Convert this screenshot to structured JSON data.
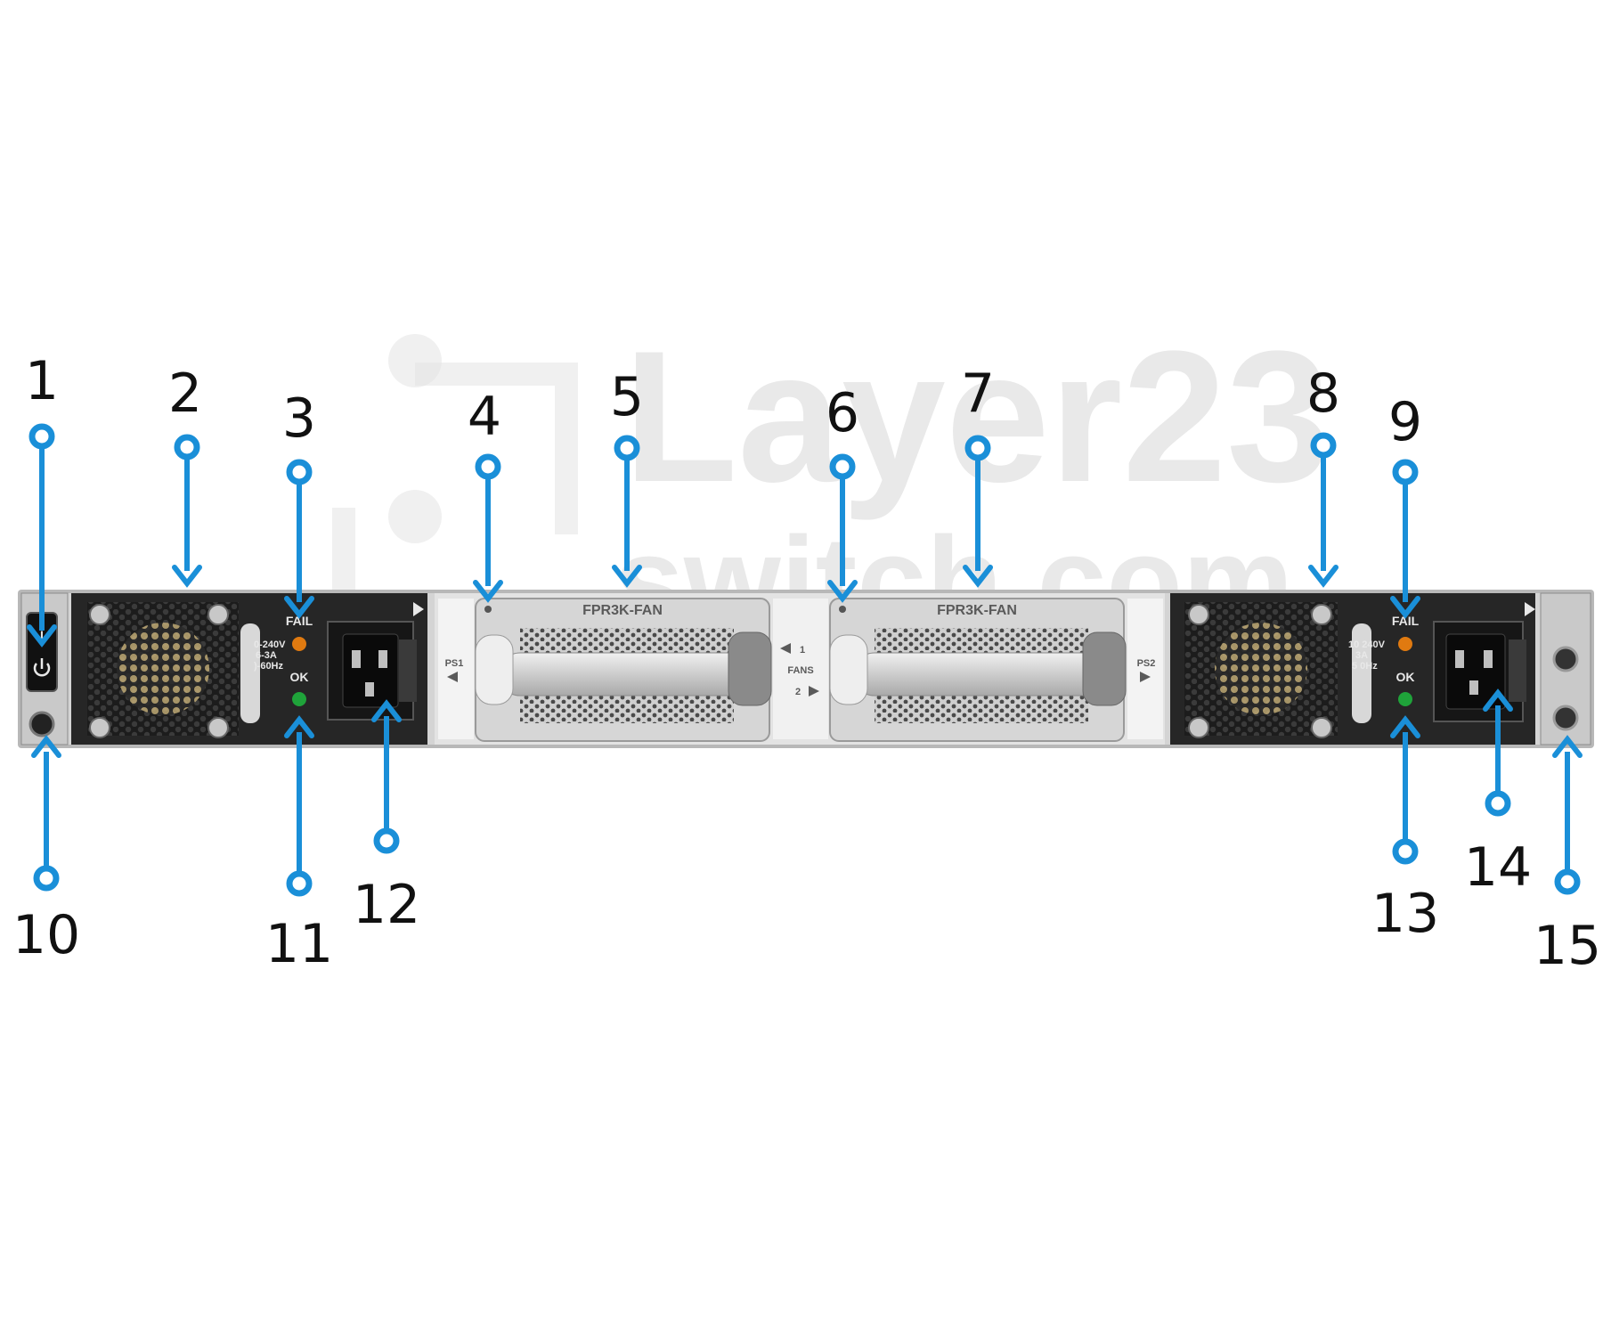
{
  "watermark": {
    "line1": "Layer23",
    "line2": "switch.com"
  },
  "colors": {
    "callout": "#1a8fd8",
    "chassis": "#2c2c2c",
    "fan_tray": "#d9d9d9",
    "fail_led": "#e07a10",
    "ok_led": "#1fa33a"
  },
  "chassis": {
    "fan_tray_label_left": "FPR3K-FAN",
    "fan_tray_label_right": "FPR3K-FAN",
    "ps1_label": "PS1",
    "ps2_label": "PS2",
    "fans_label": "FANS",
    "fans_slot1": "1",
    "fans_slot2": "2",
    "psu_left_fail": "FAIL",
    "psu_left_ok": "OK",
    "psu_right_fail": "FAIL",
    "psu_right_ok": "OK",
    "psu_left_rating": [
      "0-240V",
      "6-3A",
      ")-60Hz"
    ],
    "psu_right_rating": [
      "10 240V",
      "3A",
      "5 0Hz"
    ],
    "switch_on_mark": "I"
  },
  "callouts": [
    {
      "num": "1",
      "icon": "power-switch"
    },
    {
      "num": "2",
      "icon": "psu-fan"
    },
    {
      "num": "3",
      "icon": "fail-led"
    },
    {
      "num": "4",
      "icon": "fan-status-led"
    },
    {
      "num": "5",
      "icon": "fan-module"
    },
    {
      "num": "6",
      "icon": "fan-status-led"
    },
    {
      "num": "7",
      "icon": "fan-module"
    },
    {
      "num": "8",
      "icon": "psu-fan"
    },
    {
      "num": "9",
      "icon": "fail-led"
    },
    {
      "num": "10",
      "icon": "reset-button"
    },
    {
      "num": "11",
      "icon": "ok-led"
    },
    {
      "num": "12",
      "icon": "power-inlet"
    },
    {
      "num": "13",
      "icon": "ok-led"
    },
    {
      "num": "14",
      "icon": "power-inlet"
    },
    {
      "num": "15",
      "icon": "ground-lug"
    }
  ]
}
